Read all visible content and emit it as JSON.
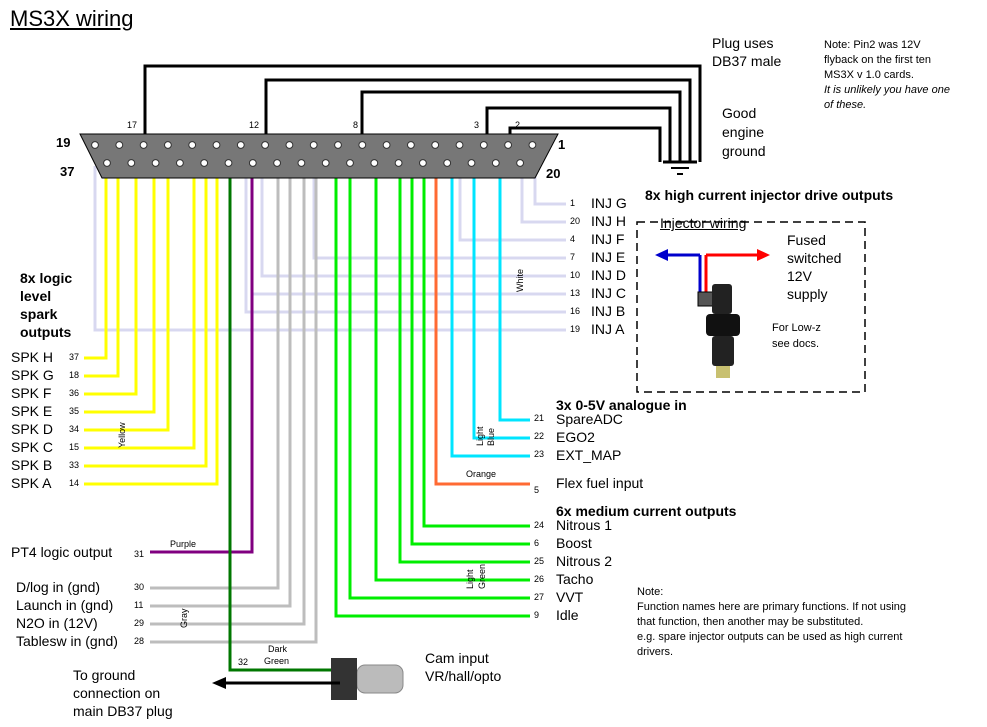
{
  "title": "MS3X wiring",
  "plug_note": [
    "Plug uses",
    "DB37 male"
  ],
  "pin2_note": [
    "Note: Pin2 was 12V",
    "flyback on the first ten",
    "MS3X v 1.0 cards.",
    "It is unlikely you have one",
    "of these."
  ],
  "ground_note": [
    "Good",
    "engine",
    "ground"
  ],
  "connector": {
    "corner_tl": "19",
    "corner_bl": "37",
    "corner_tr": "1",
    "corner_br": "20",
    "top_pins": [
      "17",
      "12",
      "8",
      "3",
      "2"
    ]
  },
  "injector_header": "8x high current injector drive outputs",
  "injector_wiring_title": "Injector wiring",
  "supply_note": [
    "Fused",
    "switched",
    "12V",
    "supply"
  ],
  "lowz_note": [
    "For Low-z",
    "see docs."
  ],
  "white_label": "White",
  "injectors": [
    {
      "pin": "1",
      "name": "INJ G"
    },
    {
      "pin": "20",
      "name": "INJ H"
    },
    {
      "pin": "4",
      "name": "INJ F"
    },
    {
      "pin": "7",
      "name": "INJ E"
    },
    {
      "pin": "10",
      "name": "INJ D"
    },
    {
      "pin": "13",
      "name": "INJ C"
    },
    {
      "pin": "16",
      "name": "INJ B"
    },
    {
      "pin": "19",
      "name": "INJ A"
    }
  ],
  "spark_header": [
    "8x logic",
    "level",
    "spark",
    "outputs"
  ],
  "yellow_label": "Yellow",
  "spark": [
    {
      "name": "SPK H",
      "pin": "37"
    },
    {
      "name": "SPK G",
      "pin": "18"
    },
    {
      "name": "SPK F",
      "pin": "36"
    },
    {
      "name": "SPK E",
      "pin": "35"
    },
    {
      "name": "SPK D",
      "pin": "34"
    },
    {
      "name": "SPK C",
      "pin": "15"
    },
    {
      "name": "SPK B",
      "pin": "33"
    },
    {
      "name": "SPK A",
      "pin": "14"
    }
  ],
  "analogue_header": "3x 0-5V analogue in",
  "light_blue_label": [
    "Light",
    "Blue"
  ],
  "analogue": [
    {
      "pin": "21",
      "name": "SpareADC"
    },
    {
      "pin": "22",
      "name": "EGO2"
    },
    {
      "pin": "23",
      "name": "EXT_MAP"
    }
  ],
  "orange_label": "Orange",
  "flex": {
    "pin": "5",
    "name": "Flex fuel input"
  },
  "medium_header": "6x medium current outputs",
  "light_green_label": [
    "Light",
    "Green"
  ],
  "medium": [
    {
      "pin": "24",
      "name": "Nitrous 1"
    },
    {
      "pin": "6",
      "name": "Boost"
    },
    {
      "pin": "25",
      "name": "Nitrous 2"
    },
    {
      "pin": "26",
      "name": "Tacho"
    },
    {
      "pin": "27",
      "name": "VVT"
    },
    {
      "pin": "9",
      "name": "Idle"
    }
  ],
  "pt4": {
    "name": "PT4 logic output",
    "pin": "31",
    "color_label": "Purple"
  },
  "gray_label": "Gray",
  "gray_inputs": [
    {
      "name": "D/log in (gnd)",
      "pin": "30"
    },
    {
      "name": "Launch in (gnd)",
      "pin": "11"
    },
    {
      "name": "N2O in (12V)",
      "pin": "29"
    },
    {
      "name": "Tablesw in (gnd)",
      "pin": "28"
    }
  ],
  "dark_green_label": [
    "Dark",
    "Green"
  ],
  "cam_pin": "32",
  "cam_label": [
    "Cam input",
    "VR/hall/opto"
  ],
  "ground_conn_label": [
    "To ground",
    "connection on",
    "main DB37 plug"
  ],
  "function_note": [
    "Note:",
    "Function names here are primary functions. If not using",
    "that function, then another may be substituted.",
    "e.g. spare injector outputs can be used as high current",
    "drivers."
  ],
  "colors": {
    "yellow": "#ffff00",
    "white": "#d8d8f0",
    "lightblue": "#00e5ff",
    "orange": "#ff6a33",
    "green": "#00ee00",
    "darkgreen": "#007700",
    "purple": "#800080",
    "gray": "#bdbdbd",
    "black": "#000000",
    "red": "#ff0000",
    "blue": "#0000cc"
  }
}
